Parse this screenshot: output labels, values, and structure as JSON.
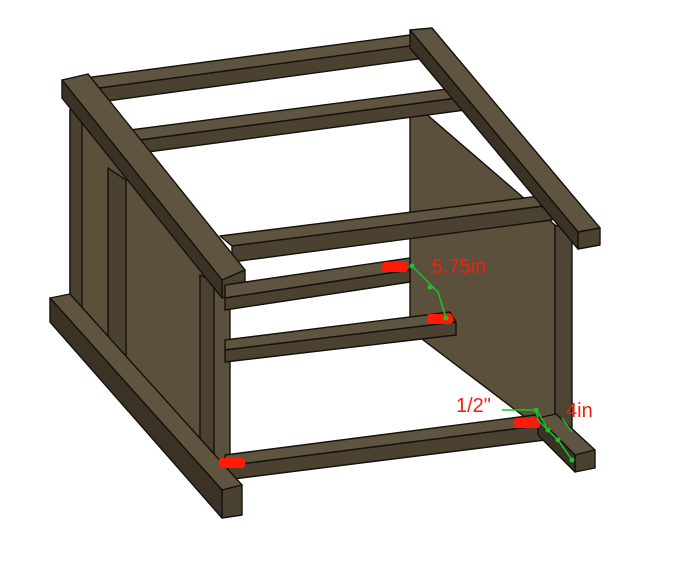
{
  "annotations": {
    "top_dimension": "5.75in",
    "gap_dimension": "1/2\"",
    "bottom_dimension": "4in"
  },
  "colors": {
    "wood_top": "#5e543f",
    "wood_front": "#4a4130",
    "wood_side": "#3a3325",
    "marker": "#ff1a0a",
    "guide": "#1cbf2c",
    "label": "#ff1a0a"
  }
}
